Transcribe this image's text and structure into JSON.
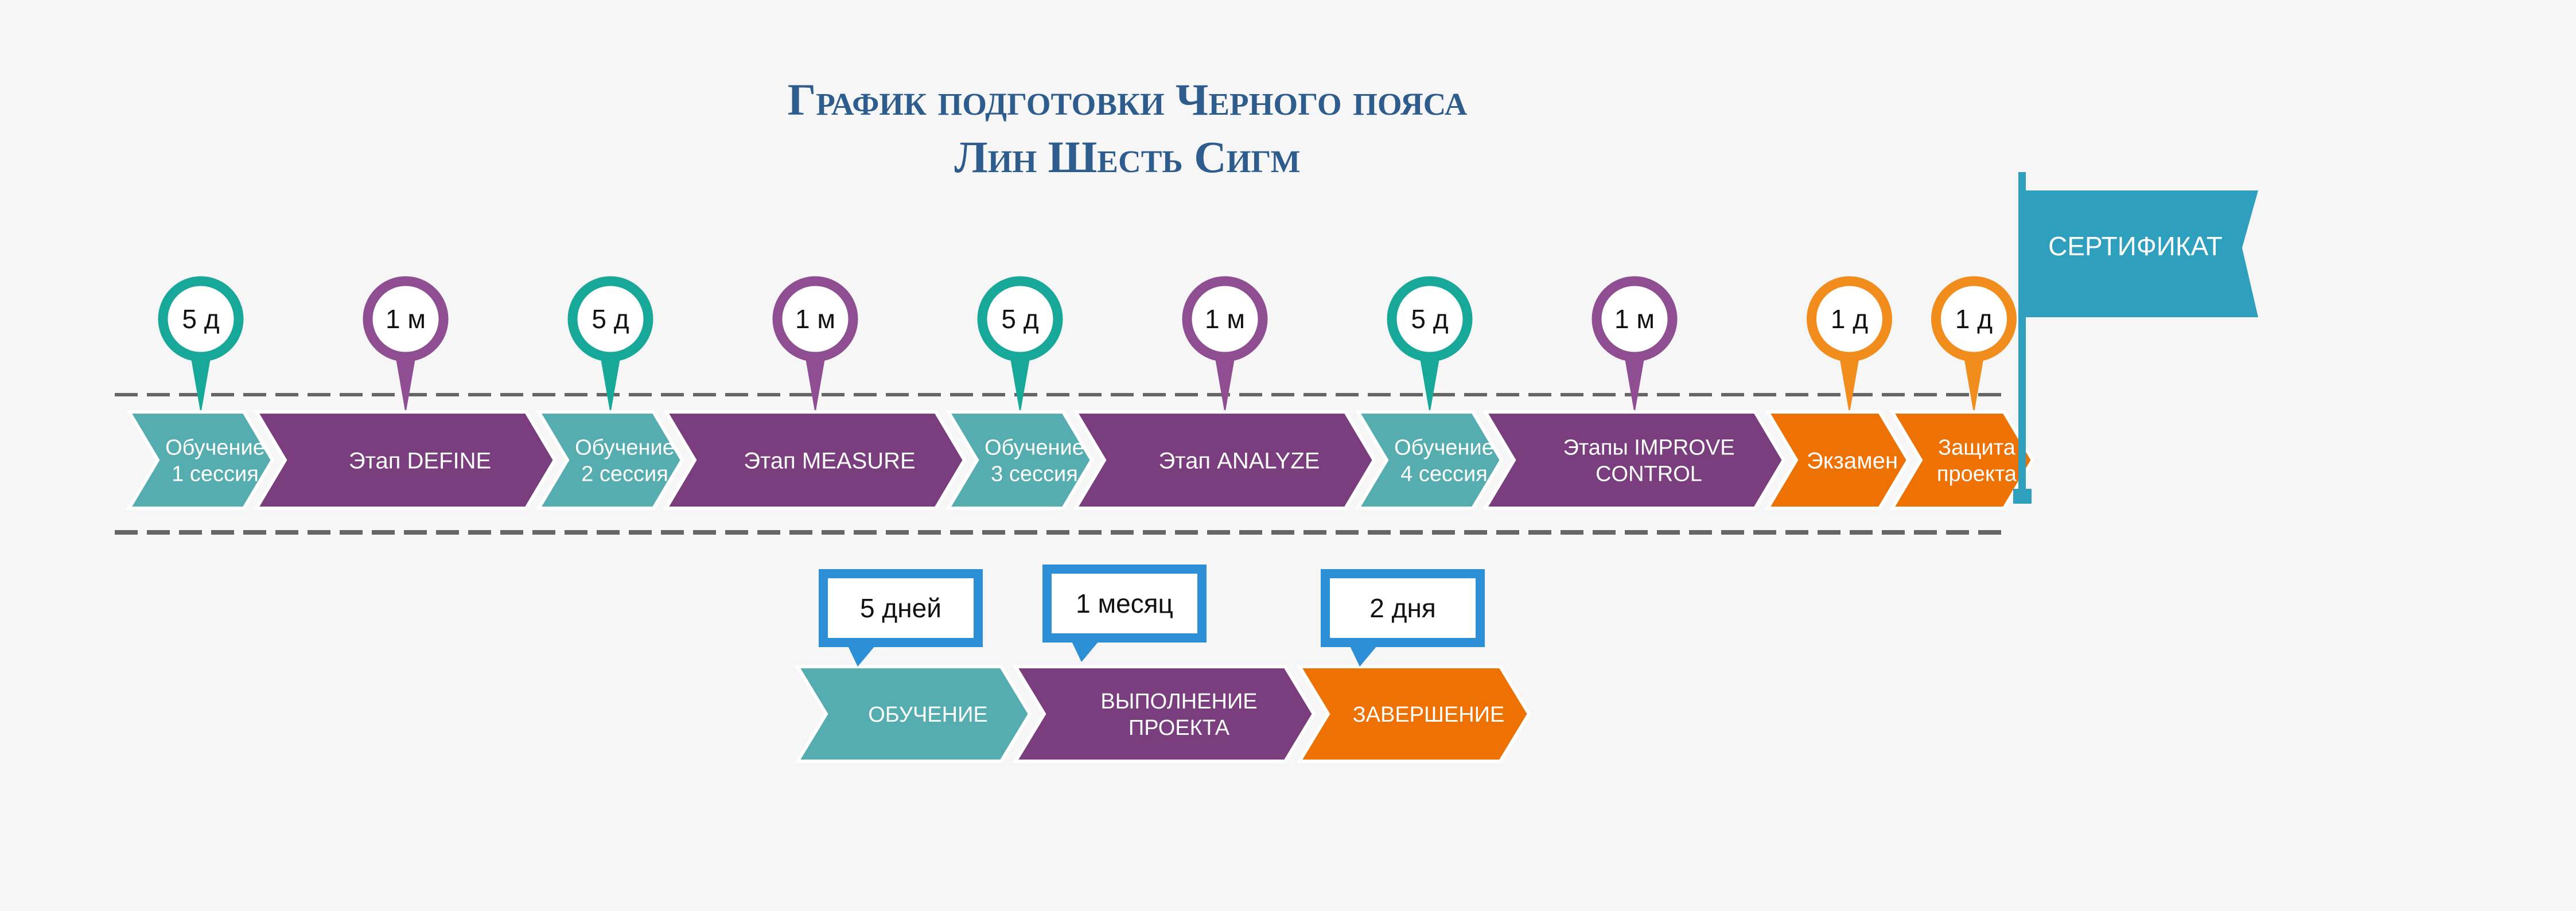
{
  "title": {
    "line1": "График подготовки Черного пояса",
    "line2": "Лин Шесть Сигм"
  },
  "colors": {
    "teal": "#56adb0",
    "purple": "#7a3d7e",
    "orange": "#ee7203",
    "pin_teal": "#17a89a",
    "pin_purple": "#8e4e91",
    "pin_orange": "#f18d1d",
    "flag": "#2e9fbd",
    "callout_border": "#2d8fd5",
    "title": "#2e5c8c",
    "dash": "#666666"
  },
  "timeline": {
    "stages": [
      {
        "lines": [
          "Обучение",
          "1 сессия"
        ],
        "color": "teal",
        "duration": "5 д"
      },
      {
        "lines": [
          "Этап DEFINE"
        ],
        "color": "purple",
        "duration": "1 м"
      },
      {
        "lines": [
          "Обучение",
          "2 сессия"
        ],
        "color": "teal",
        "duration": "5 д"
      },
      {
        "lines": [
          "Этап MEASURE"
        ],
        "color": "purple",
        "duration": "1 м"
      },
      {
        "lines": [
          "Обучение",
          "3 сессия"
        ],
        "color": "teal",
        "duration": "5 д"
      },
      {
        "lines": [
          "Этап ANALYZE"
        ],
        "color": "purple",
        "duration": "1 м"
      },
      {
        "lines": [
          "Обучение",
          "4 сессия"
        ],
        "color": "teal",
        "duration": "5 д"
      },
      {
        "lines": [
          "Этапы IMPROVE",
          "CONTROL"
        ],
        "color": "purple",
        "duration": "1 м"
      },
      {
        "lines": [
          "Экзамен"
        ],
        "color": "orange",
        "duration": "1 д"
      },
      {
        "lines": [
          "Защита",
          "проекта"
        ],
        "color": "orange",
        "duration": "1 д"
      }
    ]
  },
  "flag": {
    "label": "СЕРТИФИКАТ"
  },
  "legend": {
    "items": [
      {
        "lines": [
          "ОБУЧЕНИЕ"
        ],
        "color": "teal",
        "callout": "5 дней"
      },
      {
        "lines": [
          "ВЫПОЛНЕНИЕ",
          "ПРОЕКТА"
        ],
        "color": "purple",
        "callout": "1 месяц"
      },
      {
        "lines": [
          "ЗАВЕРШЕНИЕ"
        ],
        "color": "orange",
        "callout": "2 дня"
      }
    ]
  }
}
